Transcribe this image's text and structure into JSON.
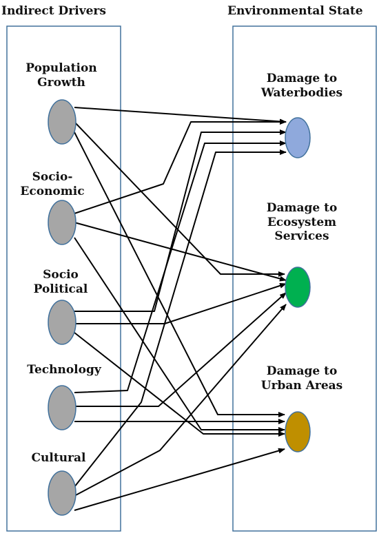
{
  "headers": {
    "left": "Indirect Drivers",
    "right": "Environmental State"
  },
  "drivers": [
    {
      "id": "population",
      "label": [
        "Population",
        "Growth"
      ]
    },
    {
      "id": "socioeconomic",
      "label": [
        "Socio-",
        "Economic"
      ]
    },
    {
      "id": "sociopolitical",
      "label": [
        "Socio",
        "Political"
      ]
    },
    {
      "id": "technology",
      "label": [
        "Technology"
      ]
    },
    {
      "id": "cultural",
      "label": [
        "Cultural"
      ]
    }
  ],
  "states": [
    {
      "id": "waterbodies",
      "label": [
        "Damage to",
        "Waterbodies"
      ],
      "color": "#8fa9dc"
    },
    {
      "id": "ecosystem",
      "label": [
        "Damage to",
        "Ecosystem",
        "Services"
      ],
      "color": "#00b050"
    },
    {
      "id": "urban",
      "label": [
        "Damage to",
        "Urban Areas"
      ],
      "color": "#bf8f00"
    }
  ],
  "colors": {
    "driver_fill": "#a6a6a6",
    "box_border": "#41719c",
    "arrow": "#000000"
  },
  "links": [
    {
      "from": "population",
      "to": "waterbodies"
    },
    {
      "from": "population",
      "to": "ecosystem"
    },
    {
      "from": "population",
      "to": "urban"
    },
    {
      "from": "socioeconomic",
      "to": "waterbodies"
    },
    {
      "from": "socioeconomic",
      "to": "ecosystem"
    },
    {
      "from": "socioeconomic",
      "to": "urban"
    },
    {
      "from": "sociopolitical",
      "to": "waterbodies"
    },
    {
      "from": "sociopolitical",
      "to": "ecosystem"
    },
    {
      "from": "sociopolitical",
      "to": "urban"
    },
    {
      "from": "technology",
      "to": "waterbodies"
    },
    {
      "from": "technology",
      "to": "ecosystem"
    },
    {
      "from": "technology",
      "to": "urban"
    },
    {
      "from": "cultural",
      "to": "waterbodies"
    },
    {
      "from": "cultural",
      "to": "ecosystem"
    },
    {
      "from": "cultural",
      "to": "urban"
    }
  ]
}
